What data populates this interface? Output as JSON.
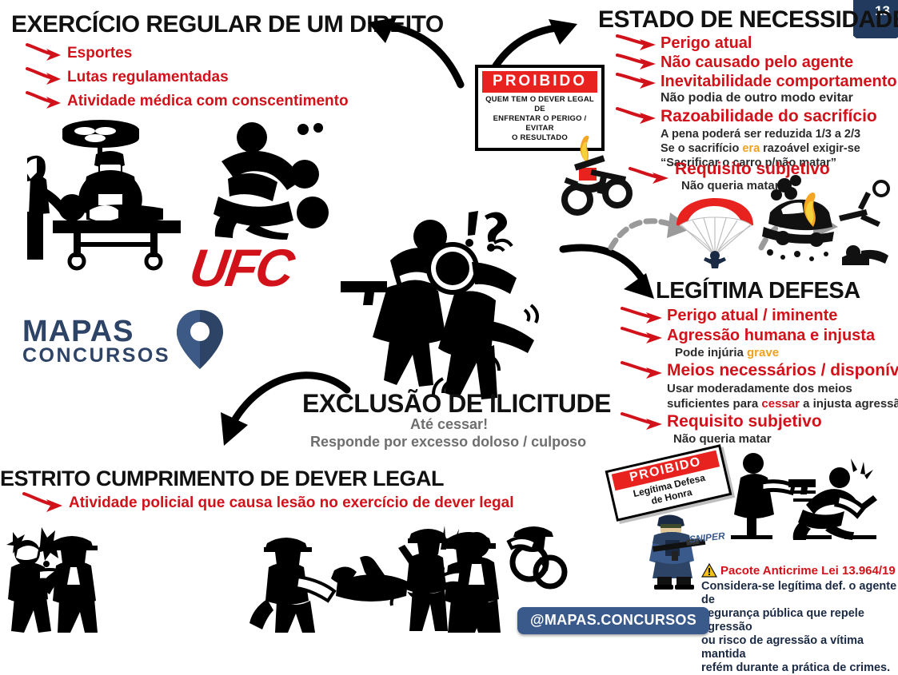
{
  "page": {
    "number": "13",
    "badge_color": "#223a5e"
  },
  "colors": {
    "red": "#d1121a",
    "sign_red": "#e8231f",
    "orange": "#f0a11e",
    "gray": "#6e6e6e",
    "navy": "#2e4466",
    "ig_blue": "#3a5a8c"
  },
  "sections": {
    "exercicio_regular": {
      "title": "EXERCÍCIO REGULAR DE UM DIREITO",
      "bullets": [
        "Esportes",
        "Lutas regulamentadas",
        "Atividade médica com conscentimento"
      ]
    },
    "estado_necessidade": {
      "title": "ESTADO DE NECESSIDADE",
      "bullets": [
        "Perigo atual",
        "Não causado pelo agente",
        "Inevitabilidade comportamento"
      ],
      "sub_inevitabilidade": "Não podia de outro modo evitar",
      "bullet_razoabilidade": "Razoabilidade do sacrifício",
      "sub_razoabilidade": [
        "A pena poderá ser reduzida 1/3 a 2/3",
        "“Sacrificar o carro p/não matar”"
      ],
      "sub_razoabilidade_mixed": {
        "pre": "Se o sacrifício ",
        "hl": "era",
        "post": " razoável exigir-se"
      },
      "bullet_requisito": "Requisito subjetivo",
      "sub_requisito": "Não queria matar"
    },
    "legitima_defesa": {
      "title": "LEGÍTIMA DEFESA",
      "bullets": [
        "Perigo atual / iminente",
        "Agressão humana e injusta",
        "Meios necessários / disponíveis",
        "Requisito subjetivo"
      ],
      "sub_agressao": {
        "pre": "Pode injúria ",
        "hl": "grave",
        "post": ""
      },
      "sub_meios_line1": "Usar moderadamente dos meios",
      "sub_meios_line2": {
        "pre": "suficientes para ",
        "hl": "cessar",
        "post": " a injusta agressão"
      },
      "sub_requisito": "Não queria matar"
    },
    "estrito_cumprimento": {
      "title": "ESTRITO CUMPRIMENTO DE DEVER LEGAL",
      "bullets": [
        "Atividade policial que causa lesão no exercício de dever legal"
      ]
    },
    "central": {
      "title": "EXCLUSÃO DE ILICITUDE",
      "subtitle": "Até cessar!",
      "note": "Responde por excesso doloso / culposo"
    }
  },
  "signs": {
    "proibido_center": {
      "banner": "PROIBIDO",
      "lines": [
        "QUEM TEM O DEVER LEGAL DE",
        "ENFRENTAR O PERIGO / EVITAR",
        "O RESULTADO"
      ]
    },
    "proibido_honra": {
      "banner": "PROIBIDO",
      "lines": [
        "Legítima Defesa",
        "de Honra"
      ]
    }
  },
  "anticrime": {
    "warning_icon": "warning-triangle-icon",
    "title": "Pacote Anticrime Lei 13.964/19",
    "body": [
      "Considera-se legítima def. o agente de",
      "segurança pública que repele agressão",
      "ou risco de agressão a vítima mantida",
      "refém durante a prática de crimes."
    ],
    "sniper_label": "SNIPER"
  },
  "brand": {
    "logo_top": "MAPAS",
    "logo_bottom": "CONCURSOS",
    "pin_icon": "map-pin-icon",
    "instagram_handle": "@MAPAS.CONCURSOS"
  },
  "graphics": {
    "ufc_logo": "UFC",
    "icons": [
      "surgery-scene-icon",
      "wrestling-scene-icon",
      "robbery-scene-icon",
      "burning-motorcycle-icon",
      "parachute-icon",
      "car-crash-fire-icon",
      "police-arrest-scene-icon",
      "shooter-defense-scene-icon",
      "sniper-icon",
      "arrow-curved-up-left-icon",
      "arrow-curved-up-right-icon",
      "arrow-curved-down-left-icon",
      "arrow-curved-right-icon",
      "arrow-dashed-gray-icon"
    ]
  }
}
